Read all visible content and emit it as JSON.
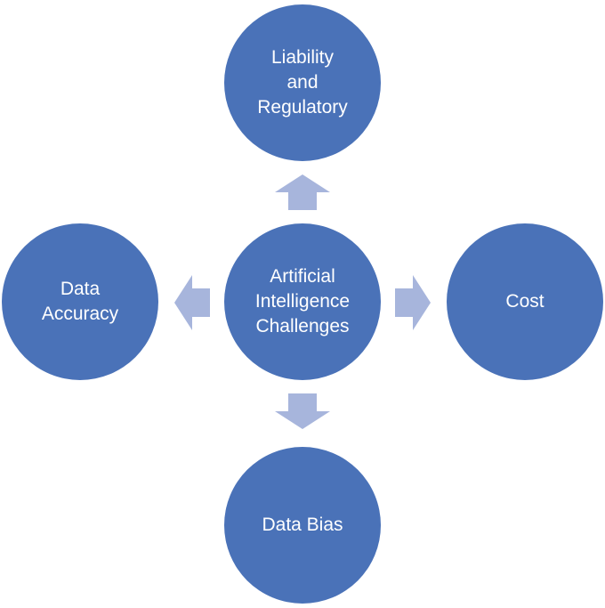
{
  "diagram": {
    "center": {
      "label": "Artificial\nIntelligence\nChallenges"
    },
    "top": {
      "label": "Liability\nand\nRegulatory"
    },
    "left": {
      "label": "Data\nAccuracy"
    },
    "right": {
      "label": "Cost"
    },
    "bottom": {
      "label": "Data Bias"
    }
  },
  "colors": {
    "node_fill": "#4a72b8",
    "arrow_fill": "#a7b5dc",
    "text": "#ffffff"
  }
}
